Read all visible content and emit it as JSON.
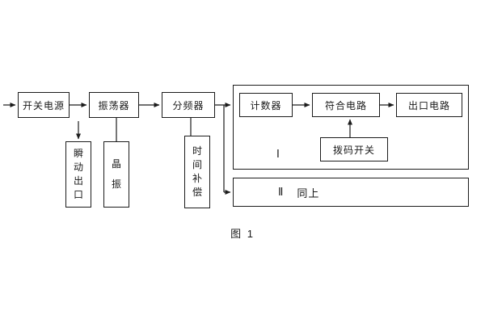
{
  "figure": {
    "caption": "图 1"
  },
  "blocks": {
    "switch_power": "开关电源",
    "oscillator": "振荡器",
    "freq_divider": "分频器",
    "instant_outlet": "瞬动出口",
    "crystal_osc": "晶振",
    "time_compensation": "时间补偿",
    "counter": "计数器",
    "coincidence_circuit": "符合电路",
    "outlet_circuit": "出口电路",
    "dip_switch": "拨码开关",
    "module1_numeral": "Ⅰ",
    "module2_numeral": "Ⅱ",
    "module2_text": "同上"
  },
  "colors": {
    "line": "#1c1c1c",
    "background": "#ffffff"
  }
}
